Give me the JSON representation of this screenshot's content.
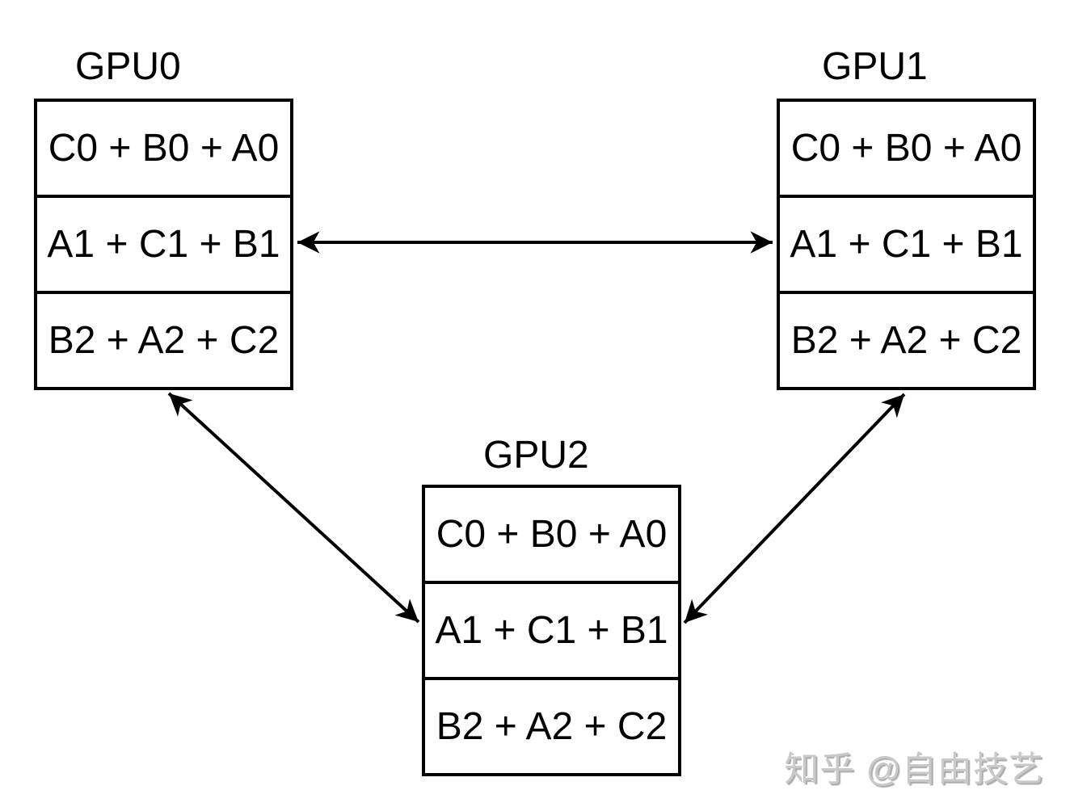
{
  "diagram": {
    "title_semantics": "ring all-reduce data exchange between GPUs",
    "background_color": "#ffffff",
    "line_color": "#000000",
    "gpus": [
      {
        "title": "GPU0",
        "rows": [
          "C0 + B0 + A0",
          "A1 + C1 + B1",
          "B2 + A2 + C2"
        ]
      },
      {
        "title": "GPU1",
        "rows": [
          "C0 + B0 + A0",
          "A1 + C1 + B1",
          "B2 + A2 + C2"
        ]
      },
      {
        "title": "GPU2",
        "rows": [
          "C0 + B0 + A0",
          "A1 + C1 + B1",
          "B2 + A2 + C2"
        ]
      }
    ],
    "connections": [
      {
        "between": [
          "GPU0",
          "GPU1"
        ],
        "style": "double-headed-arrow"
      },
      {
        "between": [
          "GPU0",
          "GPU2"
        ],
        "style": "double-headed-arrow"
      },
      {
        "between": [
          "GPU2",
          "GPU1"
        ],
        "style": "double-headed-arrow"
      }
    ],
    "watermark": {
      "text": "知乎 @自由技艺",
      "color": "#c9c9c9"
    }
  }
}
